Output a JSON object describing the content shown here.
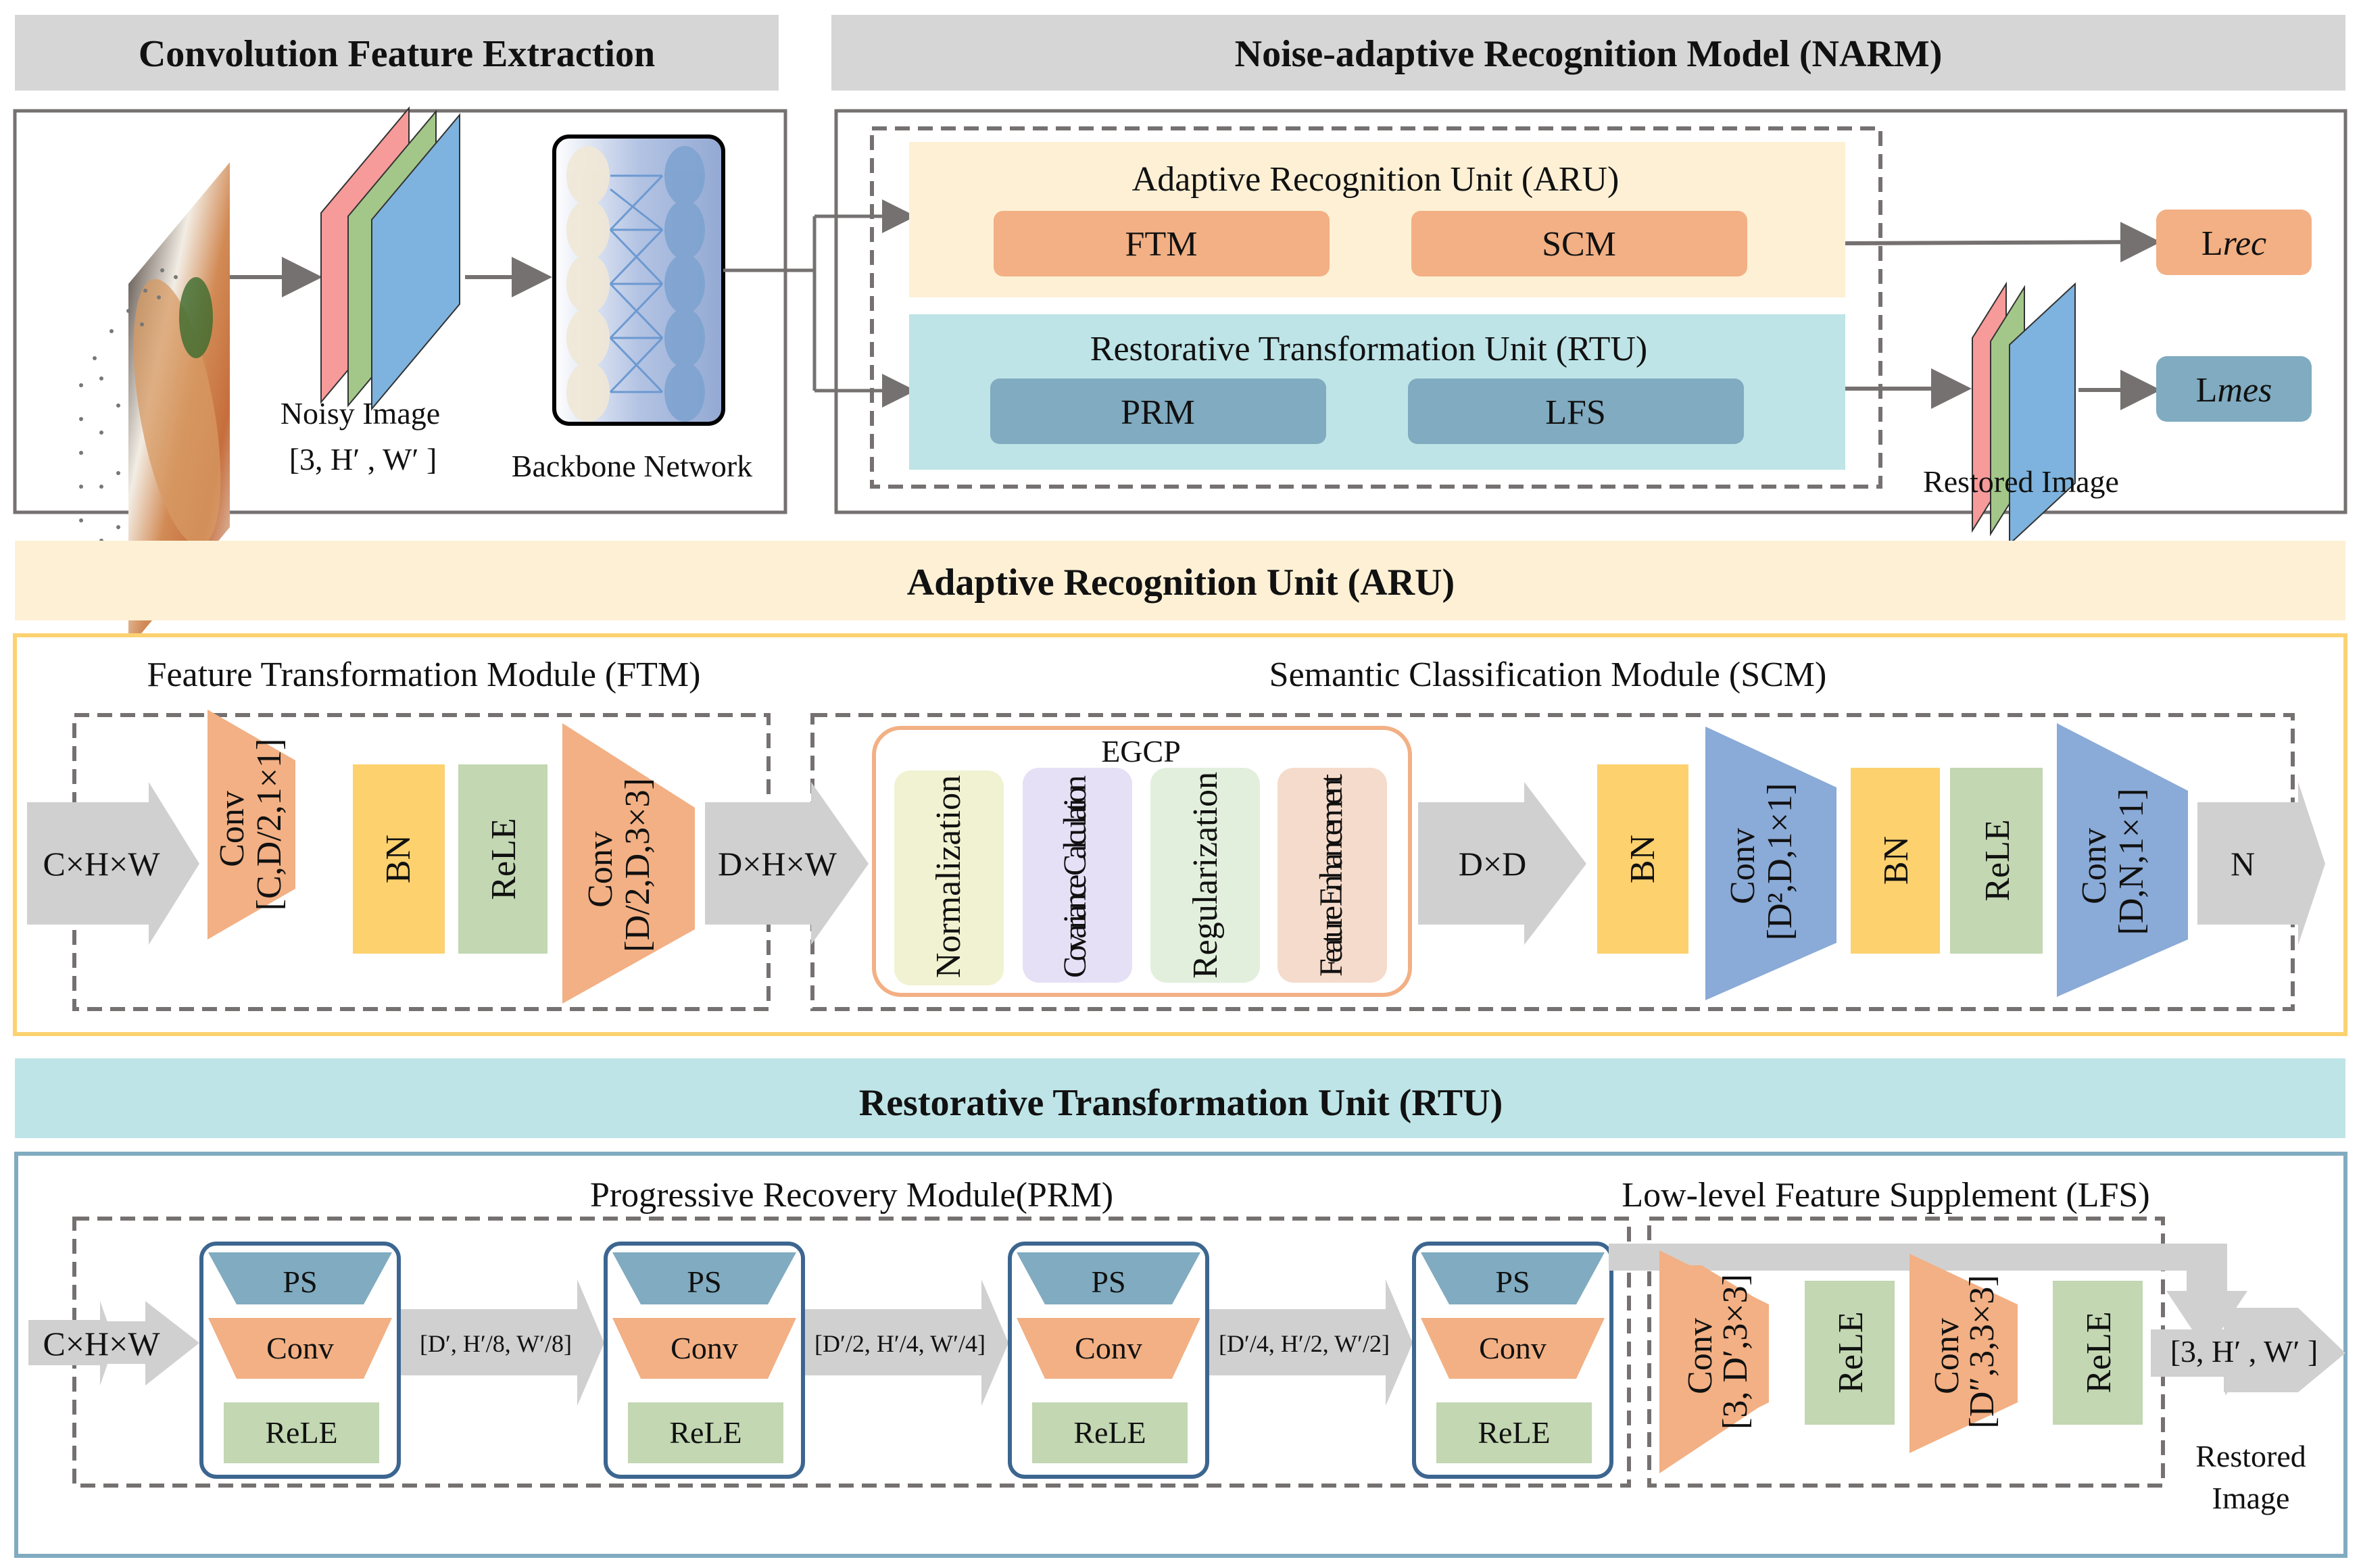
{
  "colors": {
    "header_gray": "#d6d6d6",
    "aru_band": "#fdf0d5",
    "rtu_band": "#bee4e7",
    "aru_border": "#fcd271",
    "rtu_border": "#80abc0",
    "orange": "#f2b084",
    "steel_blue": "#80abc0",
    "conv_blue": "#8aaad7",
    "bn_yellow": "#fcd16e",
    "rele_green": "#c2d7b2",
    "arrow_gray": "#d1d0d0",
    "line_gray": "#767171",
    "dark_blue": "#3c6690",
    "channel_red": "#f79a9a",
    "channel_green": "#a3c789",
    "channel_blue": "#7db3de"
  },
  "top": {
    "cfe_title": "Convolution Feature Extraction",
    "narm_title": "Noise-adaptive Recognition Model (NARM)",
    "noisy_image_label": "Noisy  Image",
    "noisy_image_shape": "[3, H′ , W′ ]",
    "backbone_label": "Backbone Network",
    "aru_title": "Adaptive Recognition Unit (ARU)",
    "ftm": "FTM",
    "scm": "SCM",
    "rtu_title": "Restorative Transformation Unit (RTU)",
    "prm": "PRM",
    "lfs": "LFS",
    "restored_image_label": "Restored Image",
    "loss_rec_prefix": "L",
    "loss_rec_suffix": "rec",
    "loss_mes_prefix": "L",
    "loss_mes_suffix": "mes"
  },
  "aru": {
    "band_title": "Adaptive Recognition Unit (ARU)",
    "ftm_title": "Feature Transformation Module (FTM)",
    "scm_title": "Semantic Classification Module (SCM)",
    "input": "C×H×W",
    "ftm_conv1_a": "Conv",
    "ftm_conv1_b": "[C,D/2,1×1]",
    "bn": "BN",
    "rele": "ReLE",
    "ftm_conv2_a": "Conv",
    "ftm_conv2_b": "[D/2,D,3×3]",
    "mid": "D×H×W",
    "egcp_title": "EGCP",
    "egcp_steps": [
      "Normalization",
      "Covariance Calculation",
      "Regularization",
      "Feature Enhancement"
    ],
    "dd": "D×D",
    "scm_conv1_a": "Conv",
    "scm_conv1_b": "[D²,D,1×1]",
    "scm_conv2_a": "Conv",
    "scm_conv2_b": "[D,N,1×1]",
    "output": "N"
  },
  "rtu": {
    "band_title": "Restorative Transformation Unit (RTU)",
    "prm_title": "Progressive Recovery Module(PRM)",
    "lfs_title": "Low-level Feature Supplement (LFS)",
    "input": "C×H×W",
    "ps": "PS",
    "conv": "Conv",
    "rele": "ReLE",
    "shapes": [
      "[D′, H′/8, W′/8]",
      "[D′/2, H′/4, W′/4]",
      "[D′/4, H′/2, W′/2]"
    ],
    "lfs_conv1_a": "Conv",
    "lfs_conv1_b": "[3, D′,3×3]",
    "lfs_conv2_a": "Conv",
    "lfs_conv2_b": "[D″,3,3×3]",
    "output_shape": "[3, H′ , W′ ]",
    "output_label_1": "Restored",
    "output_label_2": "Image"
  }
}
